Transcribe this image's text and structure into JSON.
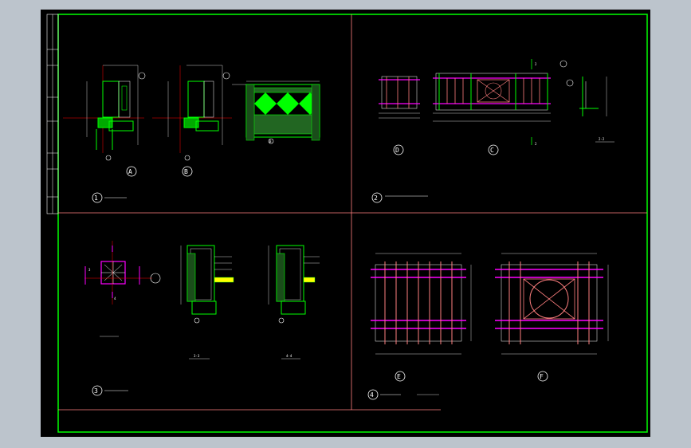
{
  "colors": {
    "background": "#000000",
    "border": "#00ff00",
    "divider": "#ff7f7f",
    "wall": "#00ff00",
    "dimension": "#ffffff",
    "magenta": "#ff00ff",
    "hatch": "#00ff00"
  },
  "sections": [
    {
      "id": "1",
      "label": "1"
    },
    {
      "id": "2",
      "label": "2"
    },
    {
      "id": "3",
      "label": "3"
    },
    {
      "id": "4",
      "label": "4"
    }
  ],
  "details": {
    "a": "A",
    "b": "B",
    "c": "C",
    "d": "D",
    "e": "E",
    "f": "F"
  },
  "section_marks": {
    "s2": "2",
    "s2_2": "2-2",
    "s3_3": "3-3",
    "s4_4": "4-4",
    "s3a": "3",
    "s4a": "4"
  },
  "small_label": "B"
}
